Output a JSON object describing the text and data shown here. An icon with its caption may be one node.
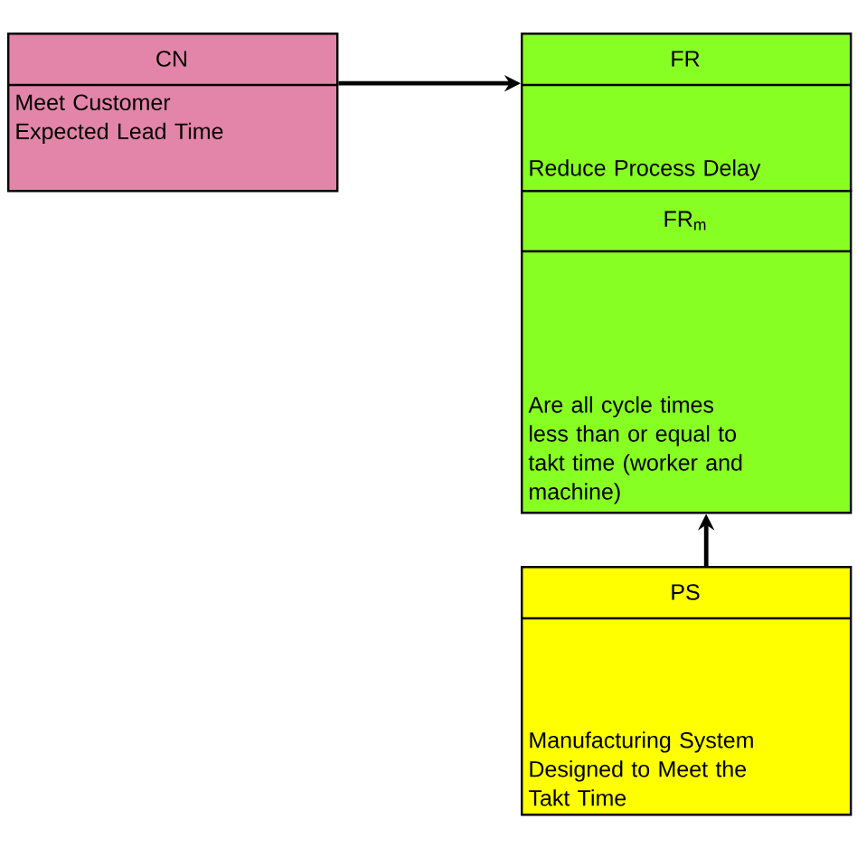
{
  "diagram": {
    "nodes": [
      {
        "text": [
          "CN",
          "Meet Customer Expected Lead Time"
        ]
      },
      {
        "text": [
          "FR",
          "Reduce Process Delay"
        ]
      },
      {
        "text": [
          "FR$_{m}$",
          "Are all cycle times less than or equal to takt time (worker and machine)"
        ]
      },
      {
        "text": [
          "PS",
          "Manufacturing System Designed to Meet the Takt Time"
        ]
      }
    ],
    "edges": [
      {
        "from": 0,
        "to": 1,
        "arrow": "to"
      },
      {
        "from": 3,
        "to": 2,
        "arrow": "to"
      }
    ]
  }
}
